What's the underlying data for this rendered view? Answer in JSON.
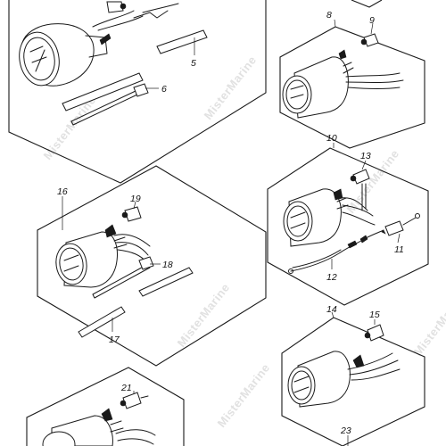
{
  "watermark": "MisterMarine",
  "callouts": {
    "c5": "5",
    "c6": "6",
    "c8": "8",
    "c9": "9",
    "c10": "10",
    "c11": "11",
    "c12": "12",
    "c13": "13",
    "c14": "14",
    "c15": "15",
    "c16": "16",
    "c17": "17",
    "c18": "18",
    "c19": "19",
    "c21": "21",
    "c23": "23"
  }
}
